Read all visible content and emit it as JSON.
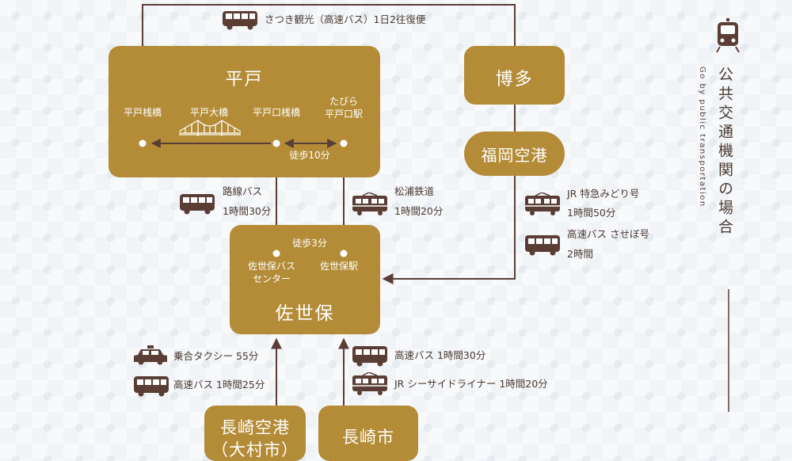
{
  "top_route": {
    "label": "さつき観光（高速バス）1日2往復便"
  },
  "hirado": {
    "title": "平戸",
    "stops": {
      "sanbashi": "平戸桟橋",
      "bridge": "平戸大橋",
      "guchi_sanbashi": "平戸口桟橋",
      "tabira_line1": "たびら",
      "tabira_line2": "平戸口駅"
    },
    "walk": "徒歩10分"
  },
  "hakata": {
    "title": "博多"
  },
  "fukuoka_airport": {
    "title": "福岡空港"
  },
  "sasebo": {
    "title": "佐世保",
    "stops": {
      "bus_center_line1": "佐世保バス",
      "bus_center_line2": "センター",
      "station": "佐世保駅"
    },
    "walk": "徒歩3分"
  },
  "routes": {
    "rosen_bus": {
      "name": "路線バス",
      "time": "1時間30分"
    },
    "matsuura": {
      "name": "松浦鉄道",
      "time": "1時間20分"
    },
    "jr_midori": {
      "name": "JR 特急みどり号",
      "time": "1時間50分"
    },
    "saseboo_bus": {
      "name": "高速バス させぼ号",
      "time": "2時間"
    },
    "taxi": {
      "label": "乗合タクシー 55分"
    },
    "airport_bus": {
      "label": "高速バス 1時間25分"
    },
    "nagasaki_bus": {
      "label": "高速バス 1時間30分"
    },
    "seaside": {
      "label": "JR シーサイドライナー 1時間20分"
    }
  },
  "nagasaki_airport": {
    "title": "長崎空港",
    "sub": "（大村市）"
  },
  "nagasaki_city": {
    "title": "長崎市"
  },
  "side": {
    "title": "公共交通機関の場合",
    "subtitle": "Go by public transportation"
  },
  "colors": {
    "box": "#b48c37",
    "line": "#5a3e36",
    "icon": "#5a3e36"
  }
}
